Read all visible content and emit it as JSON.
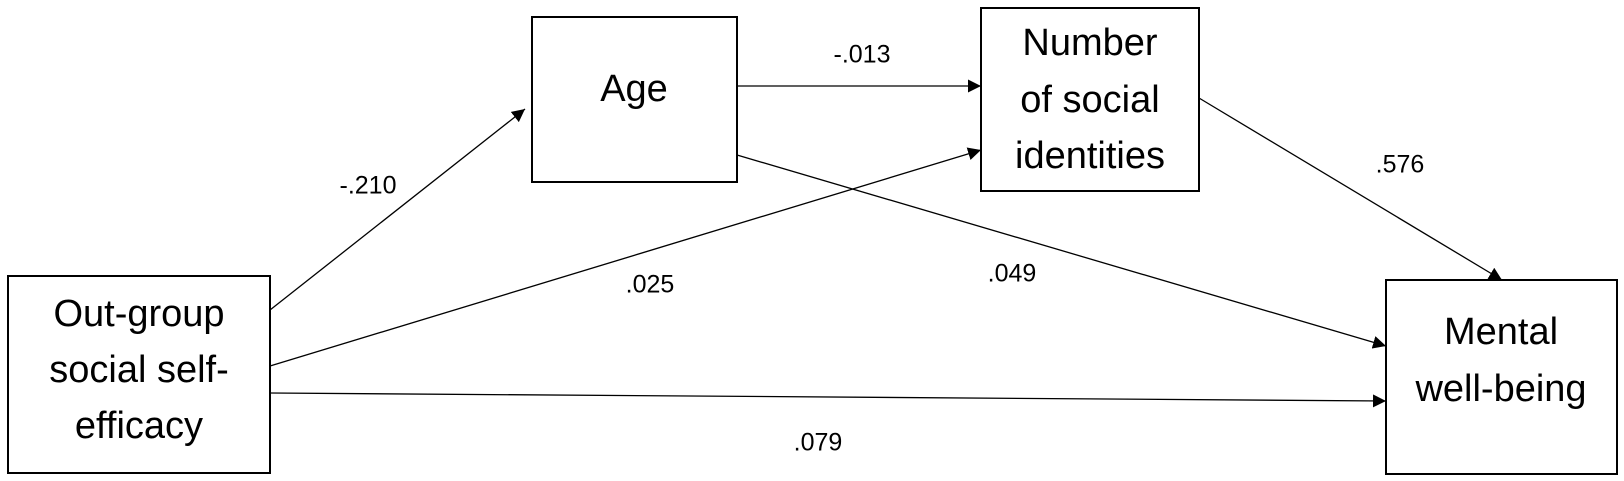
{
  "nodes": {
    "outgroup": {
      "lines": [
        "Out-group",
        "social self-",
        "efficacy"
      ]
    },
    "age": {
      "lines": [
        "Age"
      ]
    },
    "identities": {
      "lines": [
        "Number",
        "of social",
        "identities"
      ]
    },
    "wellbeing": {
      "lines": [
        "Mental",
        "well-being"
      ]
    }
  },
  "paths": {
    "outgroup_to_age": {
      "coefficient": "-.210"
    },
    "age_to_identities": {
      "coefficient": "-.013"
    },
    "outgroup_to_identities": {
      "coefficient": ".025"
    },
    "age_to_wellbeing": {
      "coefficient": ".049"
    },
    "identities_to_wellbeing": {
      "coefficient": ".576"
    },
    "outgroup_to_wellbeing": {
      "coefficient": ".079"
    }
  },
  "colors": {
    "stroke": "#000000",
    "background": "#ffffff"
  }
}
